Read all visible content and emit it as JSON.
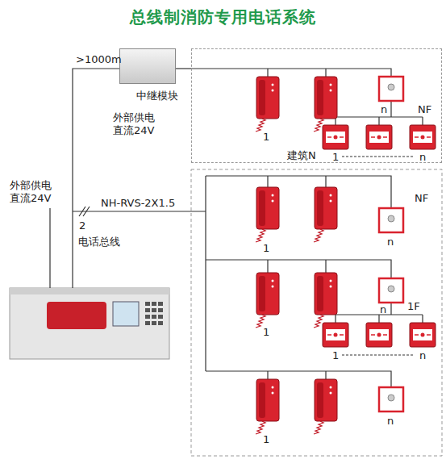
{
  "diagram": {
    "title": "总线制消防专用电话系统",
    "nodes": [
      {
        "text": [
          "中继模块"
        ]
      },
      {
        "text": [
          "建筑N"
        ]
      }
    ],
    "edges": [
      {
        "from": 0,
        "to": 1,
        "arrow": "none"
      }
    ],
    "labels": [
      "外部供电 直流24V",
      ">1000m",
      "外部供电 直流24V",
      "NH-RVS-2X1.5",
      "2",
      "电话总线",
      "1",
      "n",
      "NF",
      "1",
      "n",
      "1",
      "n",
      "NF",
      "1",
      "n",
      "1F",
      "1",
      "n",
      "1",
      "n"
    ]
  }
}
